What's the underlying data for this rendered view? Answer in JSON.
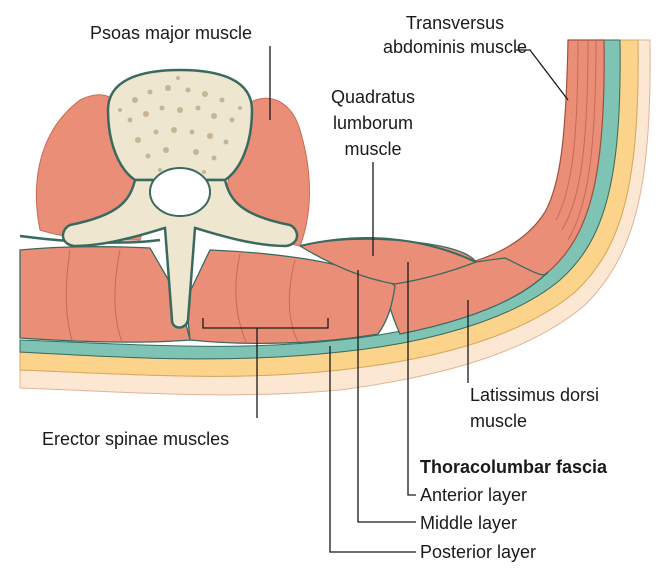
{
  "labels": {
    "psoas": "Psoas major muscle",
    "transversus_1": "Transversus",
    "transversus_2": "abdominis muscle",
    "quadratus_1": "Quadratus",
    "quadratus_2": "lumborum",
    "quadratus_3": "muscle",
    "latissimus_1": "Latissimus dorsi",
    "latissimus_2": "muscle",
    "erector": "Erector spinae muscles",
    "fascia_title": "Thoracolumbar fascia",
    "anterior": "Anterior layer",
    "middle": "Middle layer",
    "posterior": "Posterior layer"
  },
  "colors": {
    "muscle": "#ea8e78",
    "muscle_light": "#f2b5a3",
    "fascia": "#7fc3b5",
    "fat": "#fbd38a",
    "skin": "#fce7d3",
    "bone": "#efe6cf",
    "outline": "#3a6a5f"
  }
}
